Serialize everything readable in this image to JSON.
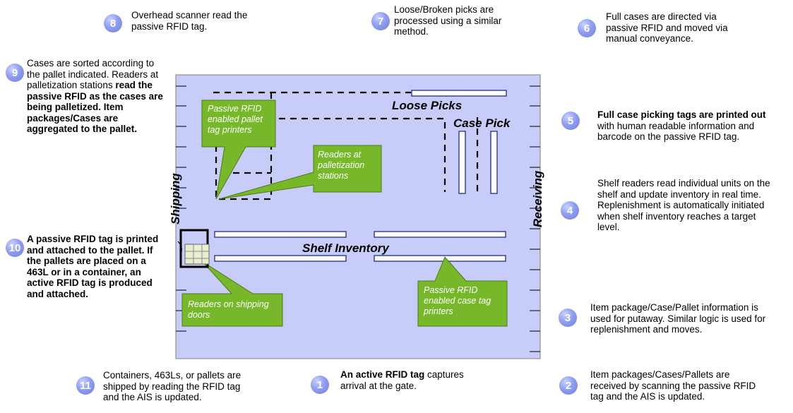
{
  "steps": [
    {
      "num": "1",
      "bold": "An active RFID tag",
      "text": " captures arrival at the gate."
    },
    {
      "num": "2",
      "bold": "",
      "text": "Item packages/Cases/Pallets are received by scanning the passive RFID tag and the AIS is updated."
    },
    {
      "num": "3",
      "bold": "",
      "text": "Item package/Case/Pallet information is used for putaway. Similar logic is used for replenishment and moves."
    },
    {
      "num": "4",
      "bold": "",
      "text": "Shelf readers read individual units on the shelf and update inventory in real time. Replenishment is automatically initiated when shelf inventory reaches a target level."
    },
    {
      "num": "5",
      "bold": "Full case picking tags are printed out",
      "text": " with human readable information and barcode on the passive RFID tag."
    },
    {
      "num": "6",
      "bold": "",
      "text": "Full cases are directed via passive RFID and moved via manual conveyance."
    },
    {
      "num": "7",
      "bold": "",
      "text": "Loose/Broken picks are processed using a similar method."
    },
    {
      "num": "8",
      "bold": "",
      "text": "Overhead scanner read the passive RFID tag."
    },
    {
      "num": "9",
      "pre": "Cases are sorted according to the pallet indicated. Readers at palletization stations ",
      "bold": "read the passive RFID as the cases are being palletized. Item packages/Cases are aggregated to the pallet.",
      "text": ""
    },
    {
      "num": "10",
      "bold": "A passive RFID tag is printed and attached to the pallet. If the pallets are placed on a 463L or in a container, an active RFID tag is produced and attached.",
      "text": ""
    },
    {
      "num": "11",
      "bold": "",
      "text": "Containers, 463Ls, or pallets are shipped by reading the RFID tag and the AIS is updated."
    }
  ],
  "areas": {
    "loose_picks": "Loose Picks",
    "case_pick": "Case Pick",
    "shipping": "Shipping",
    "receiving": "Receiving",
    "shelf_inventory": "Shelf Inventory"
  },
  "callouts": {
    "pallet_printers": "Passive RFID enabled pallet tag printers",
    "palletization_readers": "Readers at palletization stations",
    "shipping_doors": "Readers on shipping doors",
    "case_printers": "Passive RFID enabled case tag printers"
  },
  "colors": {
    "warehouse_fill": "#c8ccf8",
    "callout_fill": "#76b82a",
    "badge": "#8390e8"
  }
}
